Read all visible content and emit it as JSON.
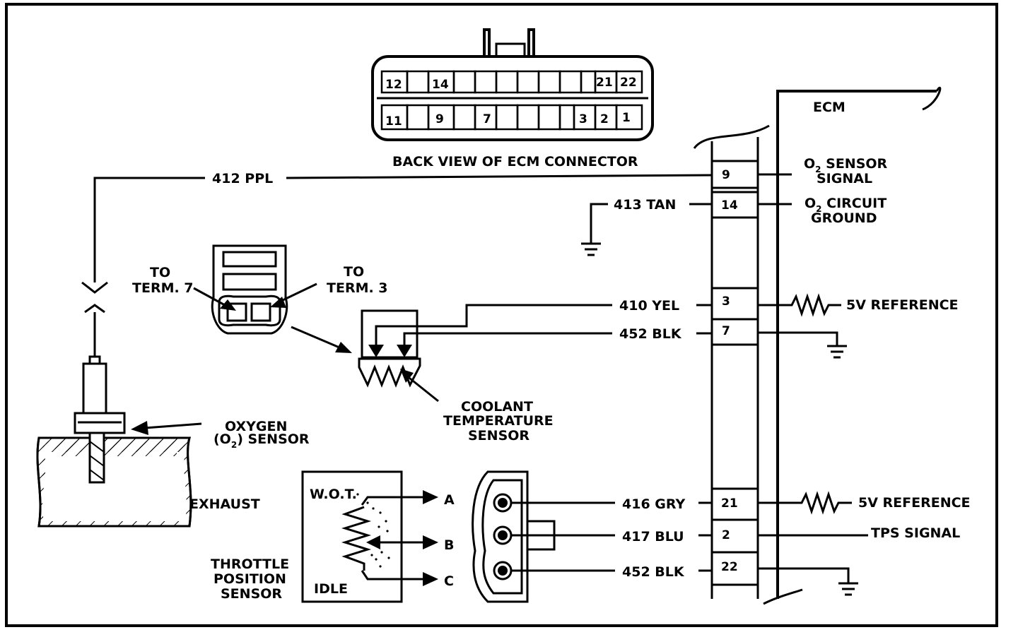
{
  "connector": {
    "title": "BACK VIEW OF ECM CONNECTOR",
    "top_row": [
      "12",
      "14",
      "21",
      "22"
    ],
    "bottom_row": [
      "11",
      "9",
      "7",
      "3",
      "2",
      "1"
    ]
  },
  "ecm": {
    "label": "ECM",
    "pins": [
      {
        "pin": "9",
        "wire": "412 PPL",
        "signal_line1": "O",
        "signal_sub": "2",
        "signal_line1_rest": " SENSOR",
        "signal_line2": "SIGNAL"
      },
      {
        "pin": "14",
        "wire": "413 TAN",
        "signal_line1": "O",
        "signal_sub": "2",
        "signal_line1_rest": " CIRCUIT",
        "signal_line2": "GROUND"
      },
      {
        "pin": "3",
        "wire": "410 YEL",
        "signal": "5V REFERENCE"
      },
      {
        "pin": "7",
        "wire": "452 BLK"
      },
      {
        "pin": "21",
        "wire": "416 GRY",
        "signal": "5V REFERENCE"
      },
      {
        "pin": "2",
        "wire": "417 BLU",
        "signal": "TPS SIGNAL"
      },
      {
        "pin": "22",
        "wire": "452 BLK"
      }
    ]
  },
  "coolant": {
    "to_term7_line1": "TO",
    "to_term7_line2": "TERM. 7",
    "to_term3_line1": "TO",
    "to_term3_line2": "TERM. 3",
    "label_line1": "COOLANT",
    "label_line2": "TEMPERATURE",
    "label_line3": "SENSOR"
  },
  "oxygen": {
    "label_line1": "OXYGEN",
    "label_line2_pre": "(O",
    "label_line2_sub": "2",
    "label_line2_post": ") SENSOR",
    "exhaust": "EXHAUST"
  },
  "tps": {
    "wot": "W.O.T.",
    "idle": "IDLE",
    "terminals": [
      "A",
      "B",
      "C"
    ],
    "label_line1": "THROTTLE",
    "label_line2": "POSITION",
    "label_line3": "SENSOR"
  }
}
